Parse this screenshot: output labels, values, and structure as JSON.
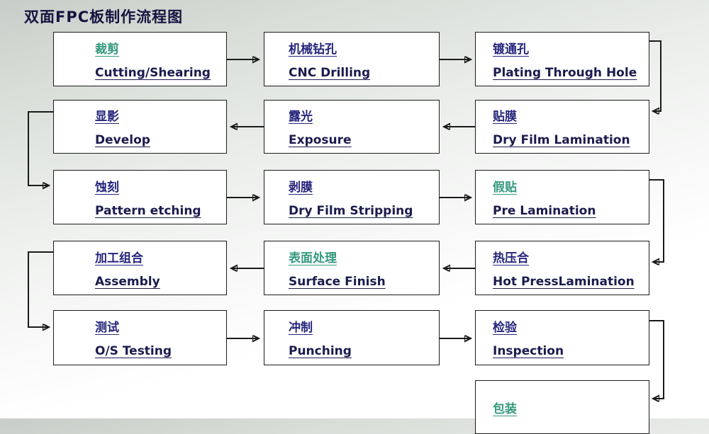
{
  "title": "双面FPC板制作流程图",
  "colors": {
    "teal": "#34997e",
    "navy": "#26267d",
    "english_text": "#1b1b4f",
    "arrow": "#1a1a1a",
    "box_border": "#1c1c1c",
    "box_background": "#ffffff"
  },
  "boxes": [
    {
      "id": "cutting",
      "zh": "裁剪",
      "en": "Cutting/Shearing",
      "zh_color": "#34997e"
    },
    {
      "id": "cnc-drilling",
      "zh": "机械钻孔",
      "en": "CNC Drilling",
      "zh_color": "#26267d"
    },
    {
      "id": "plating-through-hole",
      "zh": "镀通孔",
      "en": "Plating Through Hole",
      "zh_color": "#26267d"
    },
    {
      "id": "develop",
      "zh": "显影",
      "en": "Develop",
      "zh_color": "#26267d"
    },
    {
      "id": "exposure",
      "zh": "露光",
      "en": "Exposure",
      "zh_color": "#26267d"
    },
    {
      "id": "dry-film-lamination",
      "zh": "贴膜",
      "en": "Dry Film Lamination",
      "zh_color": "#26267d"
    },
    {
      "id": "pattern-etching",
      "zh": "蚀刻",
      "en": "Pattern etching",
      "zh_color": "#26267d"
    },
    {
      "id": "dry-film-stripping",
      "zh": "剥膜",
      "en": "Dry Film Stripping",
      "zh_color": "#26267d"
    },
    {
      "id": "pre-lamination",
      "zh": "假贴",
      "en": "Pre Lamination",
      "zh_color": "#34997e"
    },
    {
      "id": "assembly",
      "zh": "加工组合",
      "en": "Assembly",
      "zh_color": "#26267d"
    },
    {
      "id": "surface-finish",
      "zh": "表面处理",
      "en": "Surface Finish",
      "zh_color": "#34997e"
    },
    {
      "id": "hot-press-lamination",
      "zh": "热压合",
      "en": "Hot PressLamination",
      "zh_color": "#26267d"
    },
    {
      "id": "os-testing",
      "zh": "测试",
      "en": "O/S Testing",
      "zh_color": "#26267d"
    },
    {
      "id": "punching",
      "zh": "冲制",
      "en": "Punching",
      "zh_color": "#26267d"
    },
    {
      "id": "inspection",
      "zh": "检验",
      "en": "Inspection",
      "zh_color": "#26267d"
    },
    {
      "id": "packing",
      "zh": "包装",
      "zh_color": "#34997e"
    }
  ]
}
